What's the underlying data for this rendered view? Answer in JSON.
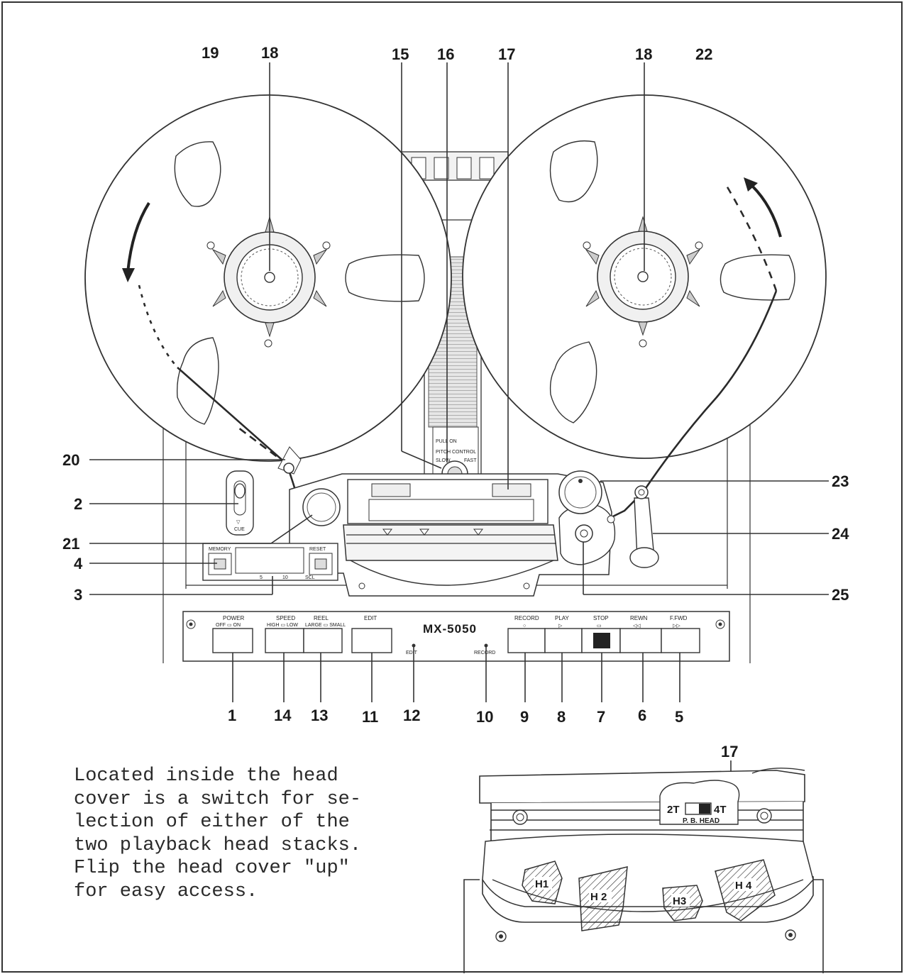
{
  "callouts": {
    "c19": "19",
    "c18a": "18",
    "c15": "15",
    "c16": "16",
    "c17": "17",
    "c18b": "18",
    "c22": "22",
    "c20": "20",
    "c2": "2",
    "c21": "21",
    "c4": "4",
    "c3": "3",
    "c23": "23",
    "c24": "24",
    "c25": "25",
    "c1": "1",
    "c14": "14",
    "c13": "13",
    "c11": "11",
    "c12": "12",
    "c10": "10",
    "c9": "9",
    "c8": "8",
    "c7": "7",
    "c6": "6",
    "c5": "5",
    "c17b": "17"
  },
  "panel": {
    "model": "MX-5050",
    "power": "POWER",
    "power_sub": "OFF ▭ ON",
    "speed": "SPEED",
    "speed_sub": "HIGH ▭ LOW",
    "reel": "REEL",
    "reel_sub": "LARGE ▭ SMALL",
    "edit": "EDIT",
    "edit_led": "EDIT",
    "record_led": "RECORD",
    "record": "RECORD",
    "record_sym": "○",
    "play": "PLAY",
    "play_sym": "▷",
    "stop": "STOP",
    "stop_sym": "▭",
    "rewn": "REWN",
    "rewn_sym": "◁◁",
    "ffwd": "F.FWD",
    "ffwd_sym": "▷▷",
    "memory": "MEMORY",
    "reset": "RESET",
    "cue": "CUE",
    "cue_sym": "▽",
    "counter_scale_1": "5",
    "counter_scale_2": "10",
    "counter_scale_3": "SCL",
    "pull_on": "PULL ON",
    "pitch_control": "PITCH CONTROL",
    "slow": "SLOW",
    "fast": "FAST"
  },
  "inset": {
    "switch_2t": "2T",
    "switch_4t": "4T",
    "switch_label": "P. B. HEAD",
    "h1": "H1",
    "h2": "H 2",
    "h3": "H3",
    "h4": "H 4"
  },
  "note": "Located inside the head\ncover is a switch for se-\nlection of either of the\ntwo playback head stacks.\nFlip the head cover \"up\"\nfor easy access."
}
